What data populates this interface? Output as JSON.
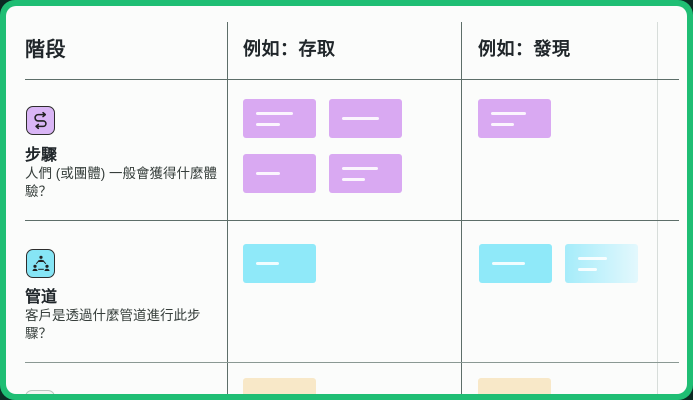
{
  "board": {
    "accent_green": "#1fbe74",
    "background_dark": "#0b2b24",
    "surface_white": "#fbfcfb"
  },
  "header": {
    "stage_label": "階段",
    "column2_label": "例如：存取",
    "column3_label": "例如：發現"
  },
  "rows": [
    {
      "title": "步驟",
      "description": "人們 (或團體) 一般會獲得什麼體驗？",
      "icon": "route-steps-icon",
      "icon_bg": "#d9b5f5"
    },
    {
      "title": "管道",
      "description": "客戶是透過什麼管道進行此步驟？",
      "icon": "people-network-icon",
      "icon_bg": "#86e5f5"
    }
  ],
  "card_colors": {
    "purple": "#d9a9f2",
    "cyan": "#8fe9f9",
    "cyan_light_start": "#a5ecfa",
    "cyan_light_end": "#e3f8fd",
    "orange": "#f8e8c8"
  },
  "cards": {
    "row1_col2": [
      {
        "color": "#d9a9f2",
        "lines": [
          62,
          40
        ]
      },
      {
        "color": "#d9a9f2",
        "lines": [
          62
        ]
      },
      {
        "color": "#d9a9f2",
        "lines": [
          40
        ]
      },
      {
        "color": "#d9a9f2",
        "lines": [
          60,
          38
        ]
      }
    ],
    "row1_col3": [
      {
        "color": "#d9a9f2",
        "lines": [
          58,
          38
        ]
      }
    ],
    "row2_col2": [
      {
        "color": "#8fe9f9",
        "lines": [
          38
        ]
      }
    ],
    "row2_col3": [
      {
        "color": "#8fe9f9",
        "lines": [
          55
        ]
      },
      {
        "color": "#a5ecfa",
        "color2": "#e3f8fd",
        "gradient": true,
        "lines": [
          48,
          32
        ]
      }
    ],
    "row3_col2": [
      {
        "color": "#f8e8c8",
        "lines": []
      }
    ],
    "row3_col3": [
      {
        "color": "#f8e8c8",
        "lines": []
      }
    ]
  }
}
